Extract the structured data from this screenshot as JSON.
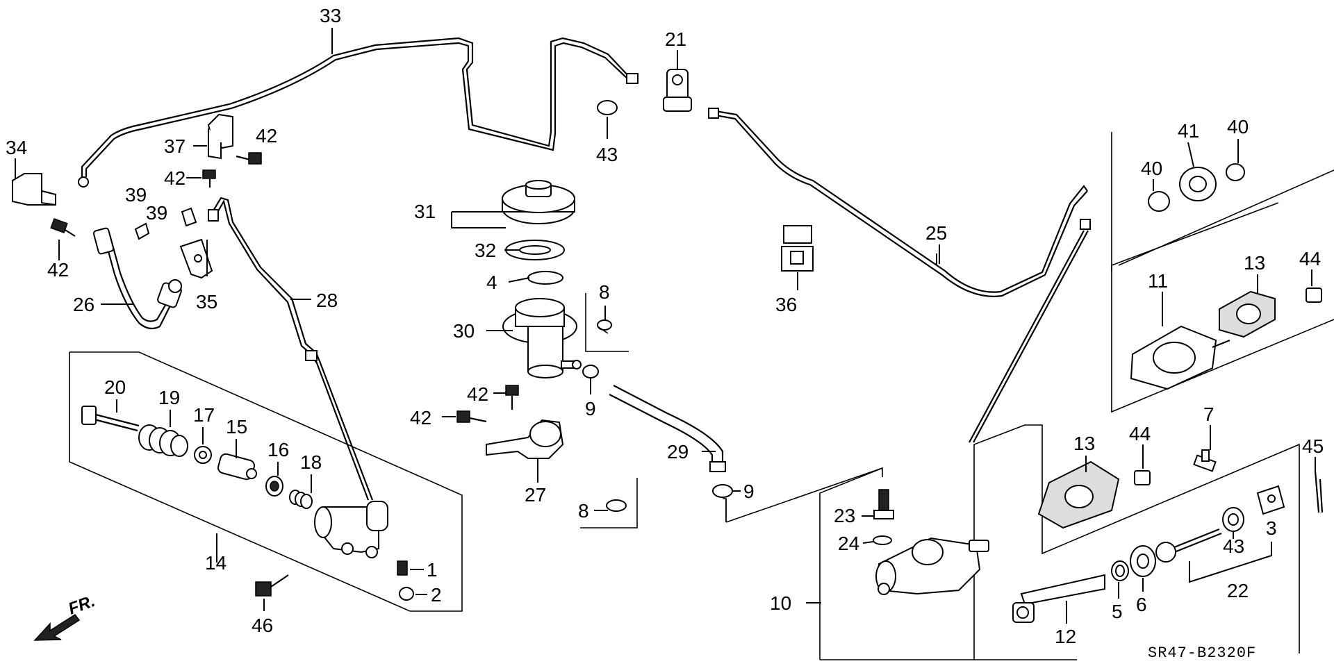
{
  "diagram_code": "SR47-B2320F",
  "direction_label": "FR.",
  "callouts": [
    {
      "id": "c1",
      "text": "1"
    },
    {
      "id": "c2",
      "text": "2"
    },
    {
      "id": "c3",
      "text": "3"
    },
    {
      "id": "c4",
      "text": "4"
    },
    {
      "id": "c5",
      "text": "5"
    },
    {
      "id": "c6",
      "text": "6"
    },
    {
      "id": "c7",
      "text": "7"
    },
    {
      "id": "c8a",
      "text": "8"
    },
    {
      "id": "c8b",
      "text": "8"
    },
    {
      "id": "c9a",
      "text": "9"
    },
    {
      "id": "c9b",
      "text": "9"
    },
    {
      "id": "c10",
      "text": "10"
    },
    {
      "id": "c11",
      "text": "11"
    },
    {
      "id": "c12",
      "text": "12"
    },
    {
      "id": "c13a",
      "text": "13"
    },
    {
      "id": "c13b",
      "text": "13"
    },
    {
      "id": "c14",
      "text": "14"
    },
    {
      "id": "c15",
      "text": "15"
    },
    {
      "id": "c16",
      "text": "16"
    },
    {
      "id": "c17",
      "text": "17"
    },
    {
      "id": "c18",
      "text": "18"
    },
    {
      "id": "c19",
      "text": "19"
    },
    {
      "id": "c20",
      "text": "20"
    },
    {
      "id": "c21",
      "text": "21"
    },
    {
      "id": "c22",
      "text": "22"
    },
    {
      "id": "c23",
      "text": "23"
    },
    {
      "id": "c24",
      "text": "24"
    },
    {
      "id": "c25",
      "text": "25"
    },
    {
      "id": "c26",
      "text": "26"
    },
    {
      "id": "c27",
      "text": "27"
    },
    {
      "id": "c28",
      "text": "28"
    },
    {
      "id": "c29",
      "text": "29"
    },
    {
      "id": "c30",
      "text": "30"
    },
    {
      "id": "c31",
      "text": "31"
    },
    {
      "id": "c32",
      "text": "32"
    },
    {
      "id": "c33",
      "text": "33"
    },
    {
      "id": "c34",
      "text": "34"
    },
    {
      "id": "c35",
      "text": "35"
    },
    {
      "id": "c36",
      "text": "36"
    },
    {
      "id": "c37",
      "text": "37"
    },
    {
      "id": "c39a",
      "text": "39"
    },
    {
      "id": "c39b",
      "text": "39"
    },
    {
      "id": "c40a",
      "text": "40"
    },
    {
      "id": "c40b",
      "text": "40"
    },
    {
      "id": "c41",
      "text": "41"
    },
    {
      "id": "c42a",
      "text": "42"
    },
    {
      "id": "c42b",
      "text": "42"
    },
    {
      "id": "c42c",
      "text": "42"
    },
    {
      "id": "c42d",
      "text": "42"
    },
    {
      "id": "c42e",
      "text": "42"
    },
    {
      "id": "c43a",
      "text": "43"
    },
    {
      "id": "c43b",
      "text": "43"
    },
    {
      "id": "c44a",
      "text": "44"
    },
    {
      "id": "c44b",
      "text": "44"
    },
    {
      "id": "c45",
      "text": "45"
    },
    {
      "id": "c46",
      "text": "46"
    }
  ]
}
